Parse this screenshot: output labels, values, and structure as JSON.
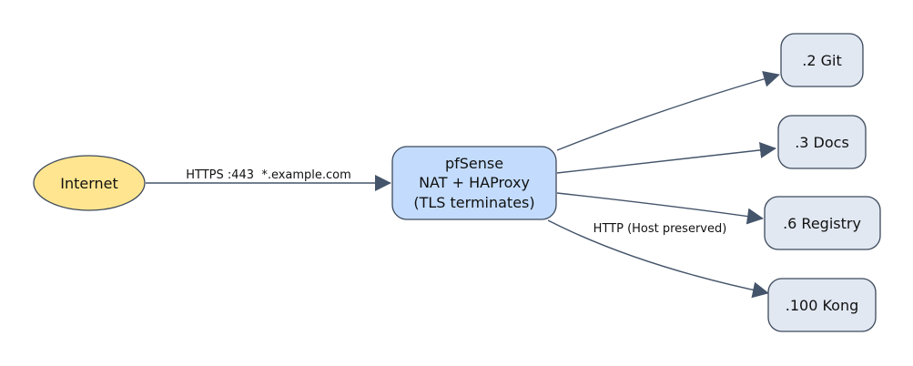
{
  "diagram": {
    "colors": {
      "edge": "#44546a",
      "internet_fill": "#ffe58f",
      "internet_stroke": "#3d4a5c",
      "pfsense_fill": "#c3dcfd",
      "pfsense_stroke": "#3d4a5c",
      "target_fill": "#e1e8f2",
      "target_stroke": "#3d4a5c"
    },
    "nodes": {
      "internet": {
        "label": "Internet"
      },
      "pfsense": {
        "lines": [
          "pfSense",
          "NAT + HAProxy",
          "(TLS terminates)"
        ]
      },
      "git": {
        "label": ".2 Git"
      },
      "docs": {
        "label": ".3 Docs"
      },
      "registry": {
        "label": ".6 Registry"
      },
      "kong": {
        "label": ".100 Kong"
      }
    },
    "edges": {
      "internet_to_pfsense": {
        "label": "HTTPS :443  *.example.com"
      },
      "pfsense_to_targets": {
        "label": "HTTP (Host preserved)"
      }
    }
  }
}
